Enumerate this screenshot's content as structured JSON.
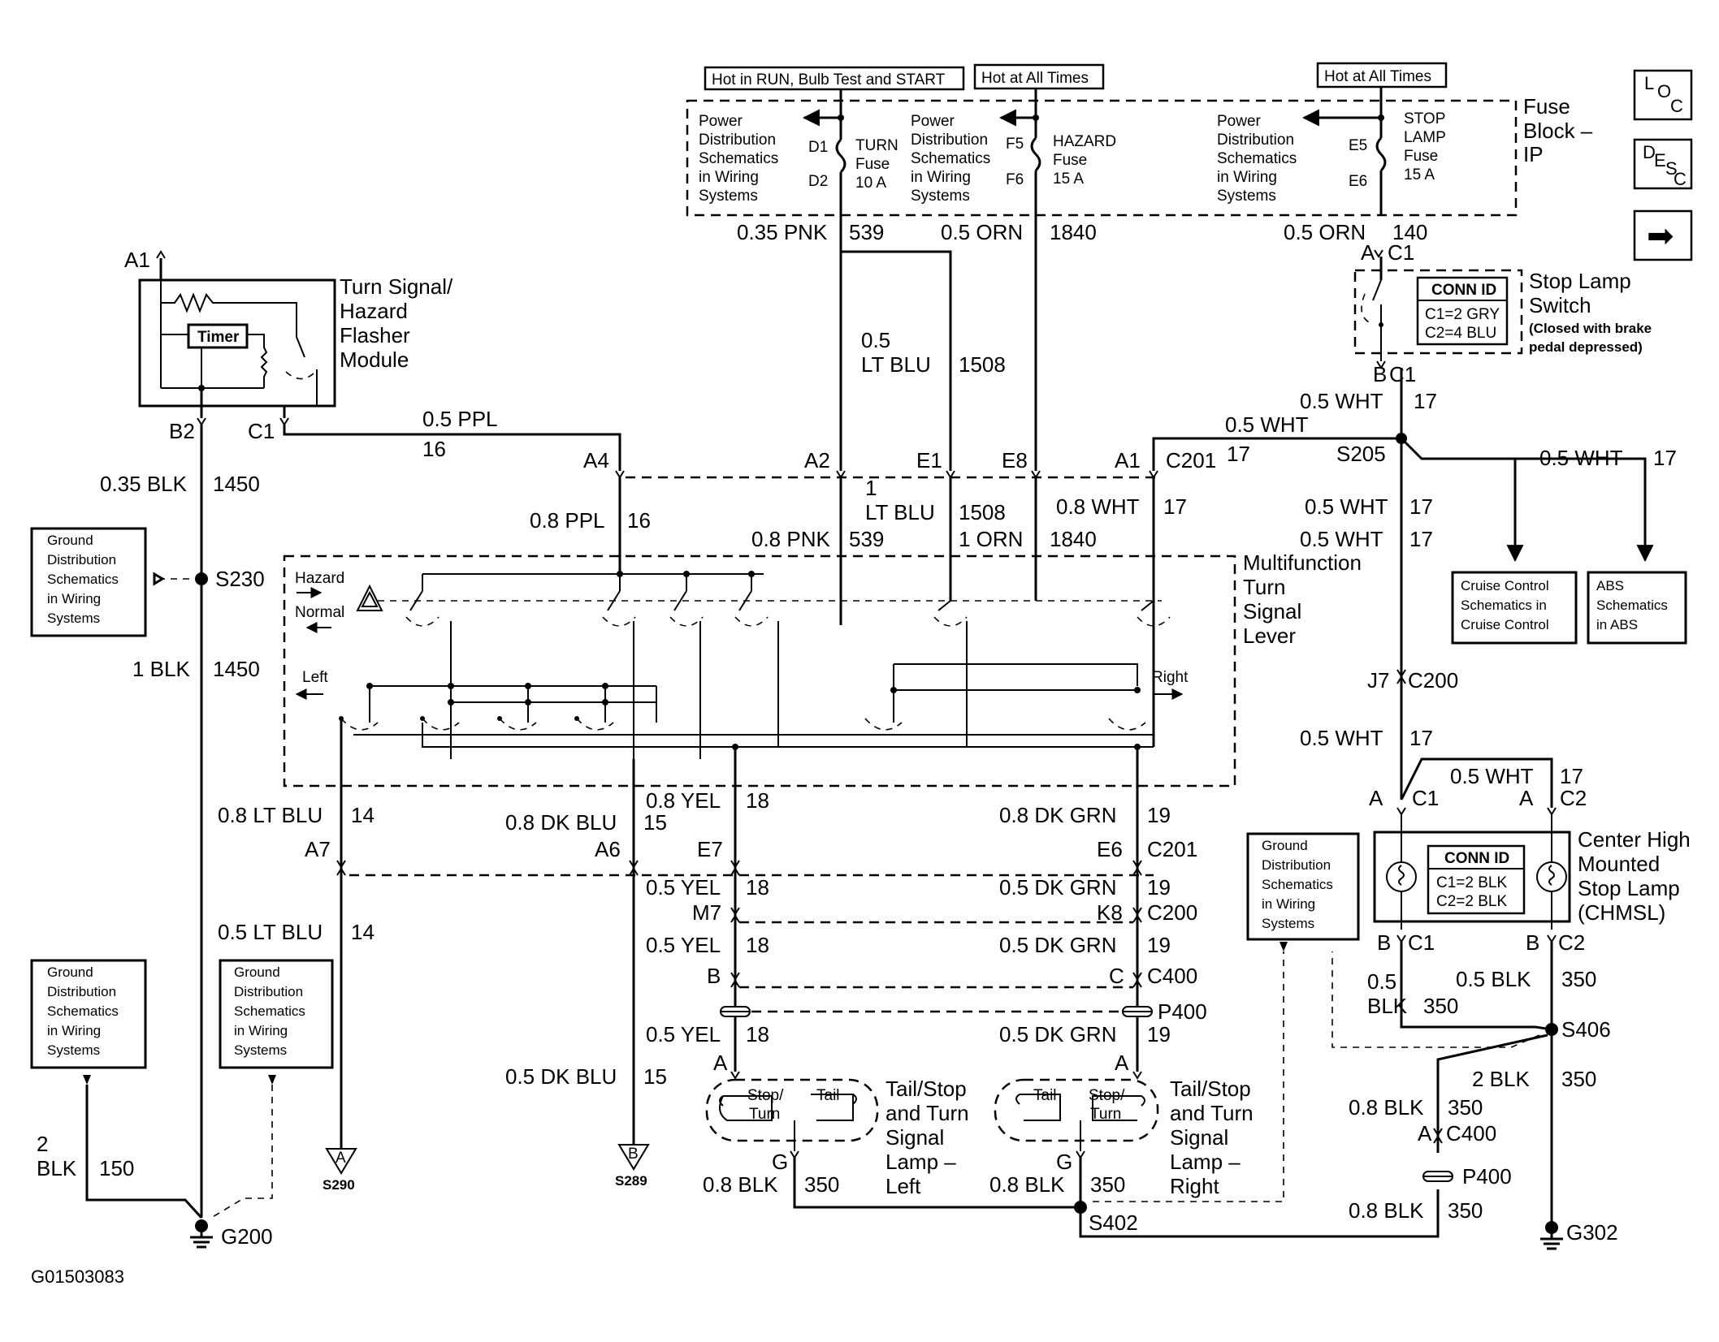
{
  "diagram_id": "G01503083",
  "side_icons": {
    "loc": [
      "L",
      "O",
      "C"
    ],
    "desc": [
      "D",
      "E",
      "S",
      "C"
    ],
    "next": "➡"
  },
  "fuse_block": {
    "title": [
      "Fuse",
      "Block –",
      "IP"
    ],
    "hot_run": "Hot in RUN, Bulb Test and START",
    "hot_all_1": "Hot at All Times",
    "hot_all_2": "Hot at All Times",
    "pds_lines": [
      "Power",
      "Distribution",
      "Schematics",
      "in Wiring",
      "Systems"
    ],
    "turn_fuse": [
      "TURN",
      "Fuse",
      "10 A"
    ],
    "hazard_fuse": [
      "HAZARD",
      "Fuse",
      "15 A"
    ],
    "stop_fuse": [
      "STOP",
      "LAMP",
      "Fuse",
      "15 A"
    ],
    "pins": {
      "d1": "D1",
      "d2": "D2",
      "f5": "F5",
      "f6": "F6",
      "e5": "E5",
      "e6": "E6"
    }
  },
  "flasher": {
    "title": [
      "Turn Signal/",
      "Hazard",
      "Flasher",
      "Module"
    ],
    "timer": "Timer",
    "pin_a1": "A1",
    "pin_b2": "B2",
    "pin_c1": "C1"
  },
  "stop_switch": {
    "title": [
      "Stop Lamp",
      "Switch"
    ],
    "note": [
      "(Closed with brake",
      "pedal depressed)"
    ],
    "conn_title": "CONN ID",
    "conn": [
      "C1=2 GRY",
      "C2=4 BLU"
    ],
    "pins": {
      "a": "A",
      "c1": "C1",
      "b": "B",
      "c1b": "C1"
    }
  },
  "wires": {
    "w539_top_g": "0.35 PNK",
    "w539_top_n": "539",
    "w1840_top_g": "0.5 ORN",
    "w1840_top_n": "1840",
    "w140_g": "0.5 ORN",
    "w140_n": "140",
    "w1508_g1": "0.5",
    "w1508_g2": "LT BLU",
    "w1508_n": "1508",
    "w1450a_g": "0.35 BLK",
    "w1450a_n": "1450",
    "w1450b_g": "1 BLK",
    "w1450b_n": "1450",
    "w16a_g": "0.5 PPL",
    "w16a_n": "16",
    "w16b_g": "0.8 PPL",
    "w16b_n": "16",
    "w17_s1_g": "0.5 WHT",
    "w17_s1_n": "17",
    "w17_s2_g": "0.5 WHT",
    "w17_s2_n": "17",
    "w17_s3_g": "0.5 WHT",
    "w17_s3_n": "17",
    "w17_s4_g": "0.5 WHT",
    "w17_s4_n": "17",
    "w17_s5_g": "0.8 WHT",
    "w17_s5_n": "17",
    "w17_s6_g": "0.5 WHT",
    "w17_s6_n": "17",
    "w17_s7_g": "0.5 WHT",
    "w17_s7_n": "17",
    "w17_s8_g": "0.5 WHT",
    "w17_s8_n": "17",
    "w1508b_g1": "1",
    "w1508b_g2": "LT BLU",
    "w1508b_n": "1508",
    "w539b_g": "0.8 PNK",
    "w539b_n": "539",
    "w1840b_g": "1 ORN",
    "w1840b_n": "1840",
    "w14a_g": "0.8 LT BLU",
    "w14a_n": "14",
    "w14b_g": "0.5 LT BLU",
    "w14b_n": "14",
    "w15a_g": "0.8 DK BLU",
    "w15a_n": "15",
    "w15b_g": "0.5 DK BLU",
    "w15b_n": "15",
    "w18a_g": "0.8 YEL",
    "w18a_n": "18",
    "w18b_g": "0.5 YEL",
    "w18b_n": "18",
    "w18c_g": "0.5 YEL",
    "w18c_n": "18",
    "w18d_g": "0.5 YEL",
    "w18d_n": "18",
    "w19a_g": "0.8 DK GRN",
    "w19a_n": "19",
    "w19b_g": "0.5 DK GRN",
    "w19b_n": "19",
    "w19c_g": "0.5 DK GRN",
    "w19c_n": "19",
    "w19d_g": "0.5 DK GRN",
    "w19d_n": "19",
    "w150_g1": "2",
    "w150_g2": "BLK",
    "w150_n": "150",
    "w350_l_g": "0.8 BLK",
    "w350_l_n": "350",
    "w350_r_g": "0.8 BLK",
    "w350_r_n": "350",
    "w350_c1_g1": "0.5",
    "w350_c1_g2": "BLK",
    "w350_c1_n": "350",
    "w350_c2_g": "0.5 BLK",
    "w350_c2_n": "350",
    "w350_s406_g": "2 BLK",
    "w350_s406_n": "350",
    "w350_c400_g": "0.8 BLK",
    "w350_c400_n": "350",
    "w350_bot_g": "0.8 BLK",
    "w350_bot_n": "350"
  },
  "connectors": {
    "a4": "A4",
    "a2": "A2",
    "e1": "E1",
    "e8": "E8",
    "a1": "A1",
    "c201_top": "C201",
    "a7": "A7",
    "a6": "A6",
    "e7": "E7",
    "e6": "E6",
    "c201_bot": "C201",
    "m7": "M7",
    "k8": "K8",
    "c200_mid": "C200",
    "b": "B",
    "c": "C",
    "c400": "C400",
    "p400_l": "P400",
    "a_left": "A",
    "a_right": "A",
    "g_left": "G",
    "g_right": "G",
    "j7": "J7",
    "c200_r": "C200",
    "chm_a1": "A",
    "chm_c1": "C1",
    "chm_a2": "A",
    "chm_c2": "C2",
    "chm_b1": "B",
    "chm_c1b": "C1",
    "chm_b2": "B",
    "chm_c2b": "C2",
    "a_c400": "A",
    "c400_r": "C400",
    "p400_r": "P400"
  },
  "splices": {
    "s230": "S230",
    "s205": "S205",
    "s406": "S406",
    "s402": "S402"
  },
  "grounds": {
    "g200": "G200",
    "g302": "G302"
  },
  "multifunction": {
    "title": [
      "Multifunction",
      "Turn",
      "Signal",
      "Lever"
    ],
    "hazard": "Hazard",
    "normal": "Normal",
    "left": "Left",
    "right": "Right"
  },
  "refs": {
    "gds_lines": [
      "Ground",
      "Distribution",
      "Schematics",
      "in Wiring",
      "Systems"
    ],
    "cruise": [
      "Cruise Control",
      "Schematics in",
      "Cruise Control"
    ],
    "abs": [
      "ABS",
      "Schematics",
      "in ABS"
    ],
    "off_a": "A",
    "off_a_splice": "S290",
    "off_b": "B",
    "off_b_splice": "S289"
  },
  "chmsl": {
    "title": [
      "Center High",
      "Mounted",
      "Stop Lamp",
      "(CHMSL)"
    ],
    "conn_title": "CONN ID",
    "conn": [
      "C1=2 BLK",
      "C2=2 BLK"
    ]
  },
  "lamps": {
    "left_title": [
      "Tail/Stop",
      "and Turn",
      "Signal",
      "Lamp –",
      "Left"
    ],
    "right_title": [
      "Tail/Stop",
      "and Turn",
      "Signal",
      "Lamp –",
      "Right"
    ],
    "stop_turn_1": "Stop/",
    "stop_turn_2": "Turn",
    "tail": "Tail"
  }
}
